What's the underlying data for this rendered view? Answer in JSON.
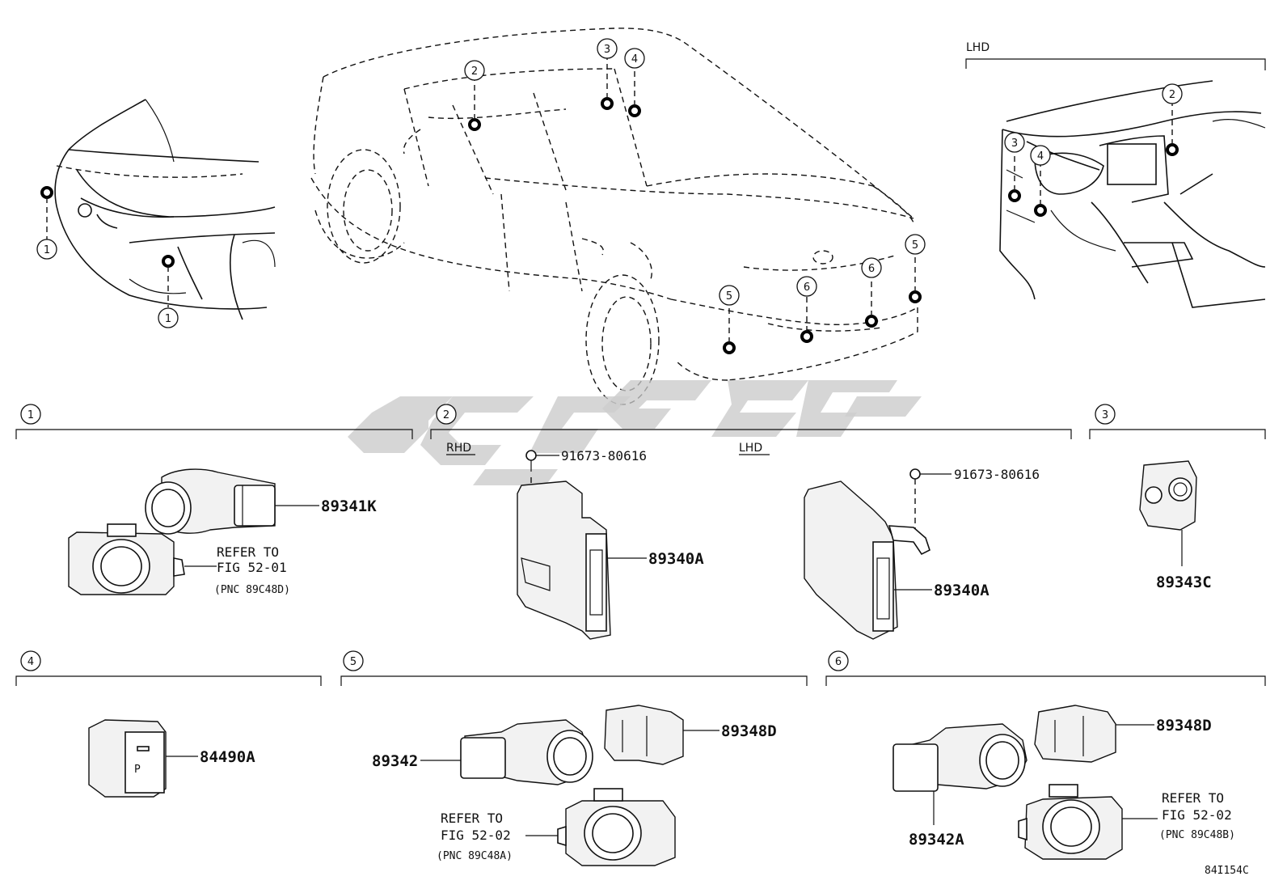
{
  "diagram_code": "84I154C",
  "overview": {
    "lhd_label": "LHD",
    "front_markers": [
      "1",
      "1"
    ],
    "car_markers": [
      "2",
      "3",
      "4",
      "5",
      "5",
      "6",
      "6"
    ],
    "dash_markers": [
      "2",
      "3",
      "4"
    ]
  },
  "sections": {
    "s1": {
      "num": "1",
      "parts": [
        {
          "pn": "89341K"
        },
        {
          "refer1": "REFER TO",
          "refer2": "FIG 52-01",
          "pnc": "(PNC 89C48D)"
        }
      ]
    },
    "s2": {
      "num": "2",
      "rhd": {
        "label": "RHD",
        "bolt": "91673-80616",
        "pn": "89340A"
      },
      "lhd": {
        "label": "LHD",
        "bolt": "91673-80616",
        "pn": "89340A"
      }
    },
    "s3": {
      "num": "3",
      "pn": "89343C"
    },
    "s4": {
      "num": "4",
      "pn": "84490A"
    },
    "s5": {
      "num": "5",
      "pn_sensor": "89342",
      "pn_bracket": "89348D",
      "refer1": "REFER TO",
      "refer2": "FIG 52-02",
      "pnc": "(PNC 89C48A)"
    },
    "s6": {
      "num": "6",
      "pn_sensor": "89342A",
      "pn_bracket": "89348D",
      "refer1": "REFER TO",
      "refer2": "FIG 52-02",
      "pnc": "(PNC 89C48B)"
    }
  },
  "watermark_text": "CCC"
}
